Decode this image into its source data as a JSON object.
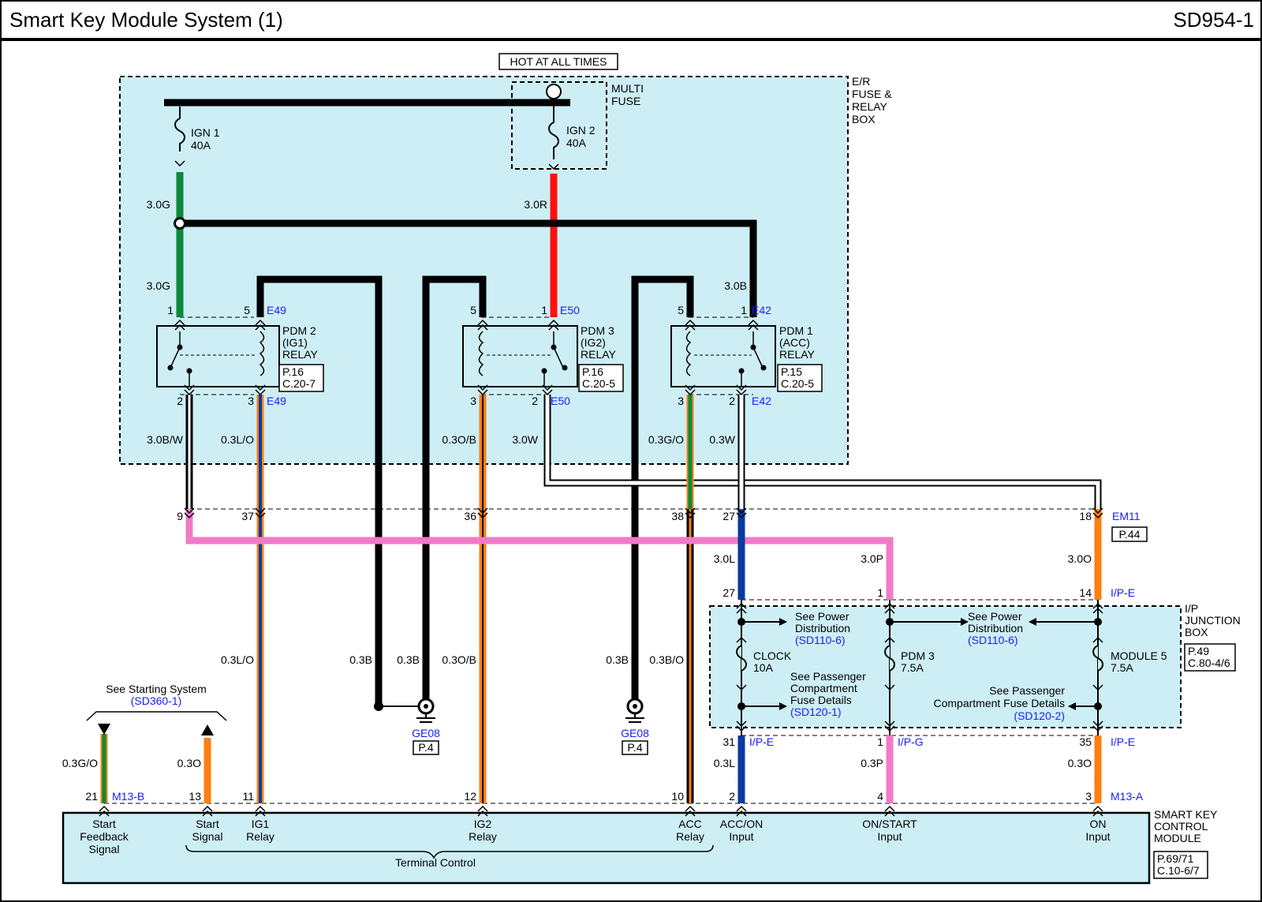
{
  "header": {
    "title": "Smart Key Module System (1)",
    "code": "SD954-1"
  },
  "top": {
    "hot_label": "HOT AT ALL TIMES"
  },
  "er_box": {
    "label_lines": [
      "E/R",
      "FUSE &",
      "RELAY",
      "BOX"
    ],
    "multi_fuse_lines": [
      "MULTI",
      "FUSE"
    ],
    "ign1": [
      "IGN 1",
      "40A"
    ],
    "ign2": [
      "IGN 2",
      "40A"
    ]
  },
  "relays": [
    {
      "name_lines": [
        "PDM 2",
        "(IG1)",
        "RELAY"
      ],
      "ref": [
        "P.16",
        "C.20-7"
      ],
      "top_conn": "E49",
      "bottom_conn": "E49",
      "pins": [
        "1",
        "5",
        "2",
        "3"
      ]
    },
    {
      "name_lines": [
        "PDM 3",
        "(IG2)",
        "RELAY"
      ],
      "ref": [
        "P.16",
        "C.20-5"
      ],
      "top_conn": "E50",
      "bottom_conn": "E50",
      "pins": [
        "5",
        "1",
        "3",
        "2"
      ]
    },
    {
      "name_lines": [
        "PDM 1",
        "(ACC)",
        "RELAY"
      ],
      "ref": [
        "P.15",
        "C.20-5"
      ],
      "top_conn": "E42",
      "bottom_conn": "E42",
      "pins": [
        "5",
        "1",
        "3",
        "2"
      ]
    }
  ],
  "wire_labels": {
    "w_30G_a": "3.0G",
    "w_30G_b": "3.0G",
    "w_30R": "3.0R",
    "w_30B": "3.0B",
    "w_30BW": "3.0B/W",
    "w_03LO": "0.3L/O",
    "w_03OB": "0.3O/B",
    "w_30W": "3.0W",
    "w_03GO": "0.3G/O",
    "w_03W": "0.3W",
    "w_30L": "3.0L",
    "w_30P": "3.0P",
    "w_30O": "3.0O",
    "w_03LO_2": "0.3L/O",
    "w_03B_1": "0.3B",
    "w_03B_2": "0.3B",
    "w_03OB_2": "0.3O/B",
    "w_03B_3": "0.3B",
    "w_03BO": "0.3B/O",
    "w_03L": "0.3L",
    "w_03P": "0.3P",
    "w_03O": "0.3O",
    "w_03GO_2": "0.3G/O",
    "w_03O_2": "0.3O"
  },
  "em11": {
    "pins": [
      "9",
      "37",
      "36",
      "38",
      "27",
      "18"
    ],
    "conn": "EM11",
    "ref": "P.44"
  },
  "ip_box": {
    "label_lines": [
      "I/P",
      "JUNCTION",
      "BOX"
    ],
    "ref": [
      "P.49",
      "C.80-4/6"
    ],
    "top_pins": [
      "27",
      "1",
      "14"
    ],
    "top_conn": "I/P-E",
    "bottom_pins": [
      "31",
      "1",
      "35"
    ],
    "bottom_conns": [
      "I/P-E",
      "I/P-G",
      "I/P-E"
    ],
    "fuses": [
      [
        "CLOCK",
        "10A"
      ],
      [
        "PDM  3",
        "7.5A"
      ],
      [
        "MODULE 5",
        "7.5A"
      ]
    ],
    "see_power_1": [
      "See Power",
      "Distribution"
    ],
    "see_power_1_ref": "(SD110-6)",
    "see_power_2": [
      "See Power",
      "Distribution"
    ],
    "see_power_2_ref": "(SD110-6)",
    "see_pass_1": [
      "See Passenger",
      "Compartment",
      "Fuse Details"
    ],
    "see_pass_1_ref": "(SD120-1)",
    "see_pass_2": [
      "See Passenger",
      "Compartment Fuse Details"
    ],
    "see_pass_2_ref": "(SD120-2)"
  },
  "grounds": [
    {
      "name": "GE08",
      "ref": "P.4"
    },
    {
      "name": "GE08",
      "ref": "P.4"
    }
  ],
  "starting": {
    "label": "See Starting System",
    "ref": "(SD360-1)"
  },
  "module": {
    "label_lines": [
      "SMART KEY",
      "CONTROL",
      "MODULE"
    ],
    "ref": [
      "P.69/71",
      "C.10-6/7"
    ],
    "pins": [
      "21",
      "13",
      "11",
      "12",
      "10",
      "2",
      "4",
      "3"
    ],
    "conn_b": "M13-B",
    "conn_a": "M13-A",
    "terminals": [
      [
        "Start",
        "Feedback",
        "Signal"
      ],
      [
        "Start",
        "Signal"
      ],
      [
        "IG1",
        "Relay"
      ],
      [
        "IG2",
        "Relay"
      ],
      [
        "ACC",
        "Relay"
      ],
      [
        "ACC/ON",
        "Input"
      ],
      [
        "ON/START",
        "Input"
      ],
      [
        "ON",
        "Input"
      ]
    ],
    "terminal_control": "Terminal Control"
  },
  "colors": {
    "box_fill": "#cdeef5",
    "green": "#0a8a3a",
    "red": "#ff1010",
    "blue": "#0a3aa0",
    "orange": "#ff7f10",
    "pink": "#f07ac8",
    "black": "#000000",
    "ref_blue": "#1a1aff"
  }
}
